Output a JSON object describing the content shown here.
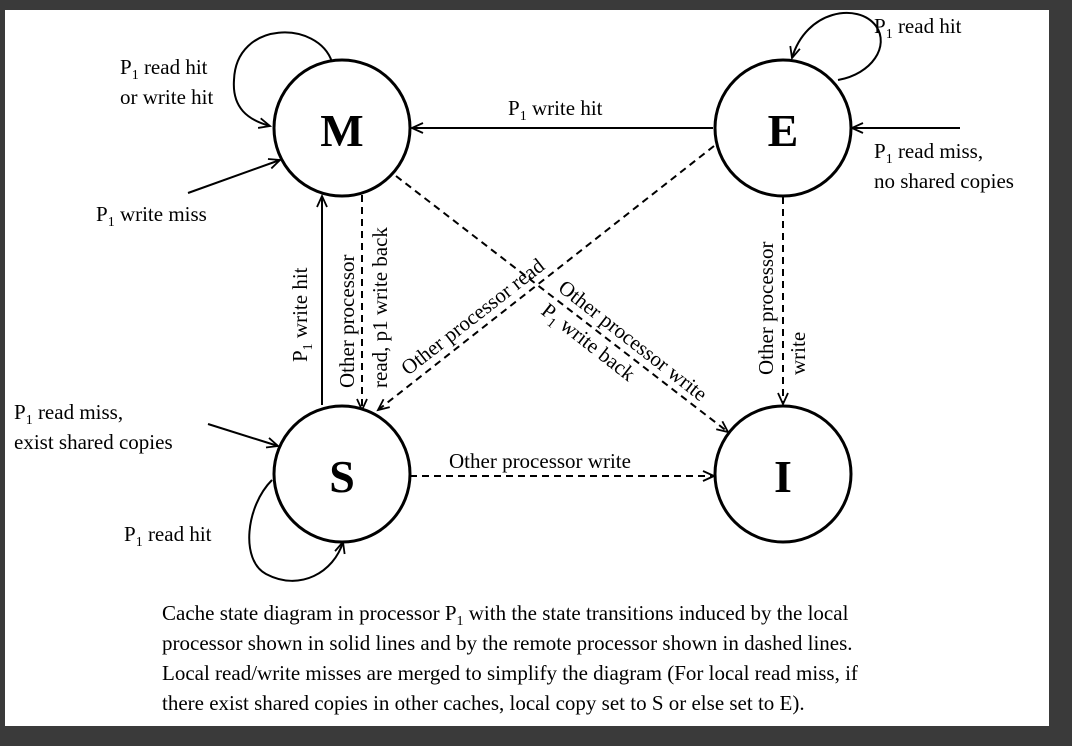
{
  "states": {
    "m": "M",
    "e": "E",
    "s": "S",
    "i": "I"
  },
  "labels": {
    "m_self_1": "P",
    "m_self_1_sub": "1",
    "m_self_1_rest": " read hit",
    "m_self_2": "or write hit",
    "p1_write_miss": "P",
    "p1_write_miss_sub": "1",
    "p1_write_miss_rest": " write miss",
    "e_self": "P",
    "e_self_sub": "1",
    "e_self_rest": " read hit",
    "e_to_m": "P",
    "e_to_m_sub": "1",
    "e_to_m_rest": " write hit",
    "e_in_1": "P",
    "e_in_1_sub": "1",
    "e_in_1_rest": " read miss,",
    "e_in_2": "no shared copies",
    "s_in_1": "P",
    "s_in_1_sub": "1",
    "s_in_1_rest": " read miss,",
    "s_in_2": "exist shared copies",
    "s_self": "P",
    "s_self_sub": "1",
    "s_self_rest": " read hit",
    "s_to_m": "P",
    "s_to_m_sub": "1",
    "s_to_m_rest": " write hit",
    "m_to_s_1": "Other processor",
    "m_to_s_2": "read, p1 write back",
    "e_to_s": "Other processor read",
    "m_to_i_1": "Other processor write",
    "m_to_i_2": "P",
    "m_to_i_2_sub": "1",
    "m_to_i_2_rest": " write back",
    "e_to_i_1": "Other processor",
    "e_to_i_2": "write",
    "s_to_i": "Other processor write"
  },
  "caption": {
    "line1a": "Cache state diagram in processor P",
    "line1sub": "1",
    "line1b": " with the state transitions induced by the local",
    "line2": "processor shown in solid lines and by the remote processor shown in dashed lines.",
    "line3": "Local read/write misses are merged to simplify the diagram (For local read miss, if",
    "line4": "there exist shared copies in other caches, local copy set to S or else set to E)."
  }
}
